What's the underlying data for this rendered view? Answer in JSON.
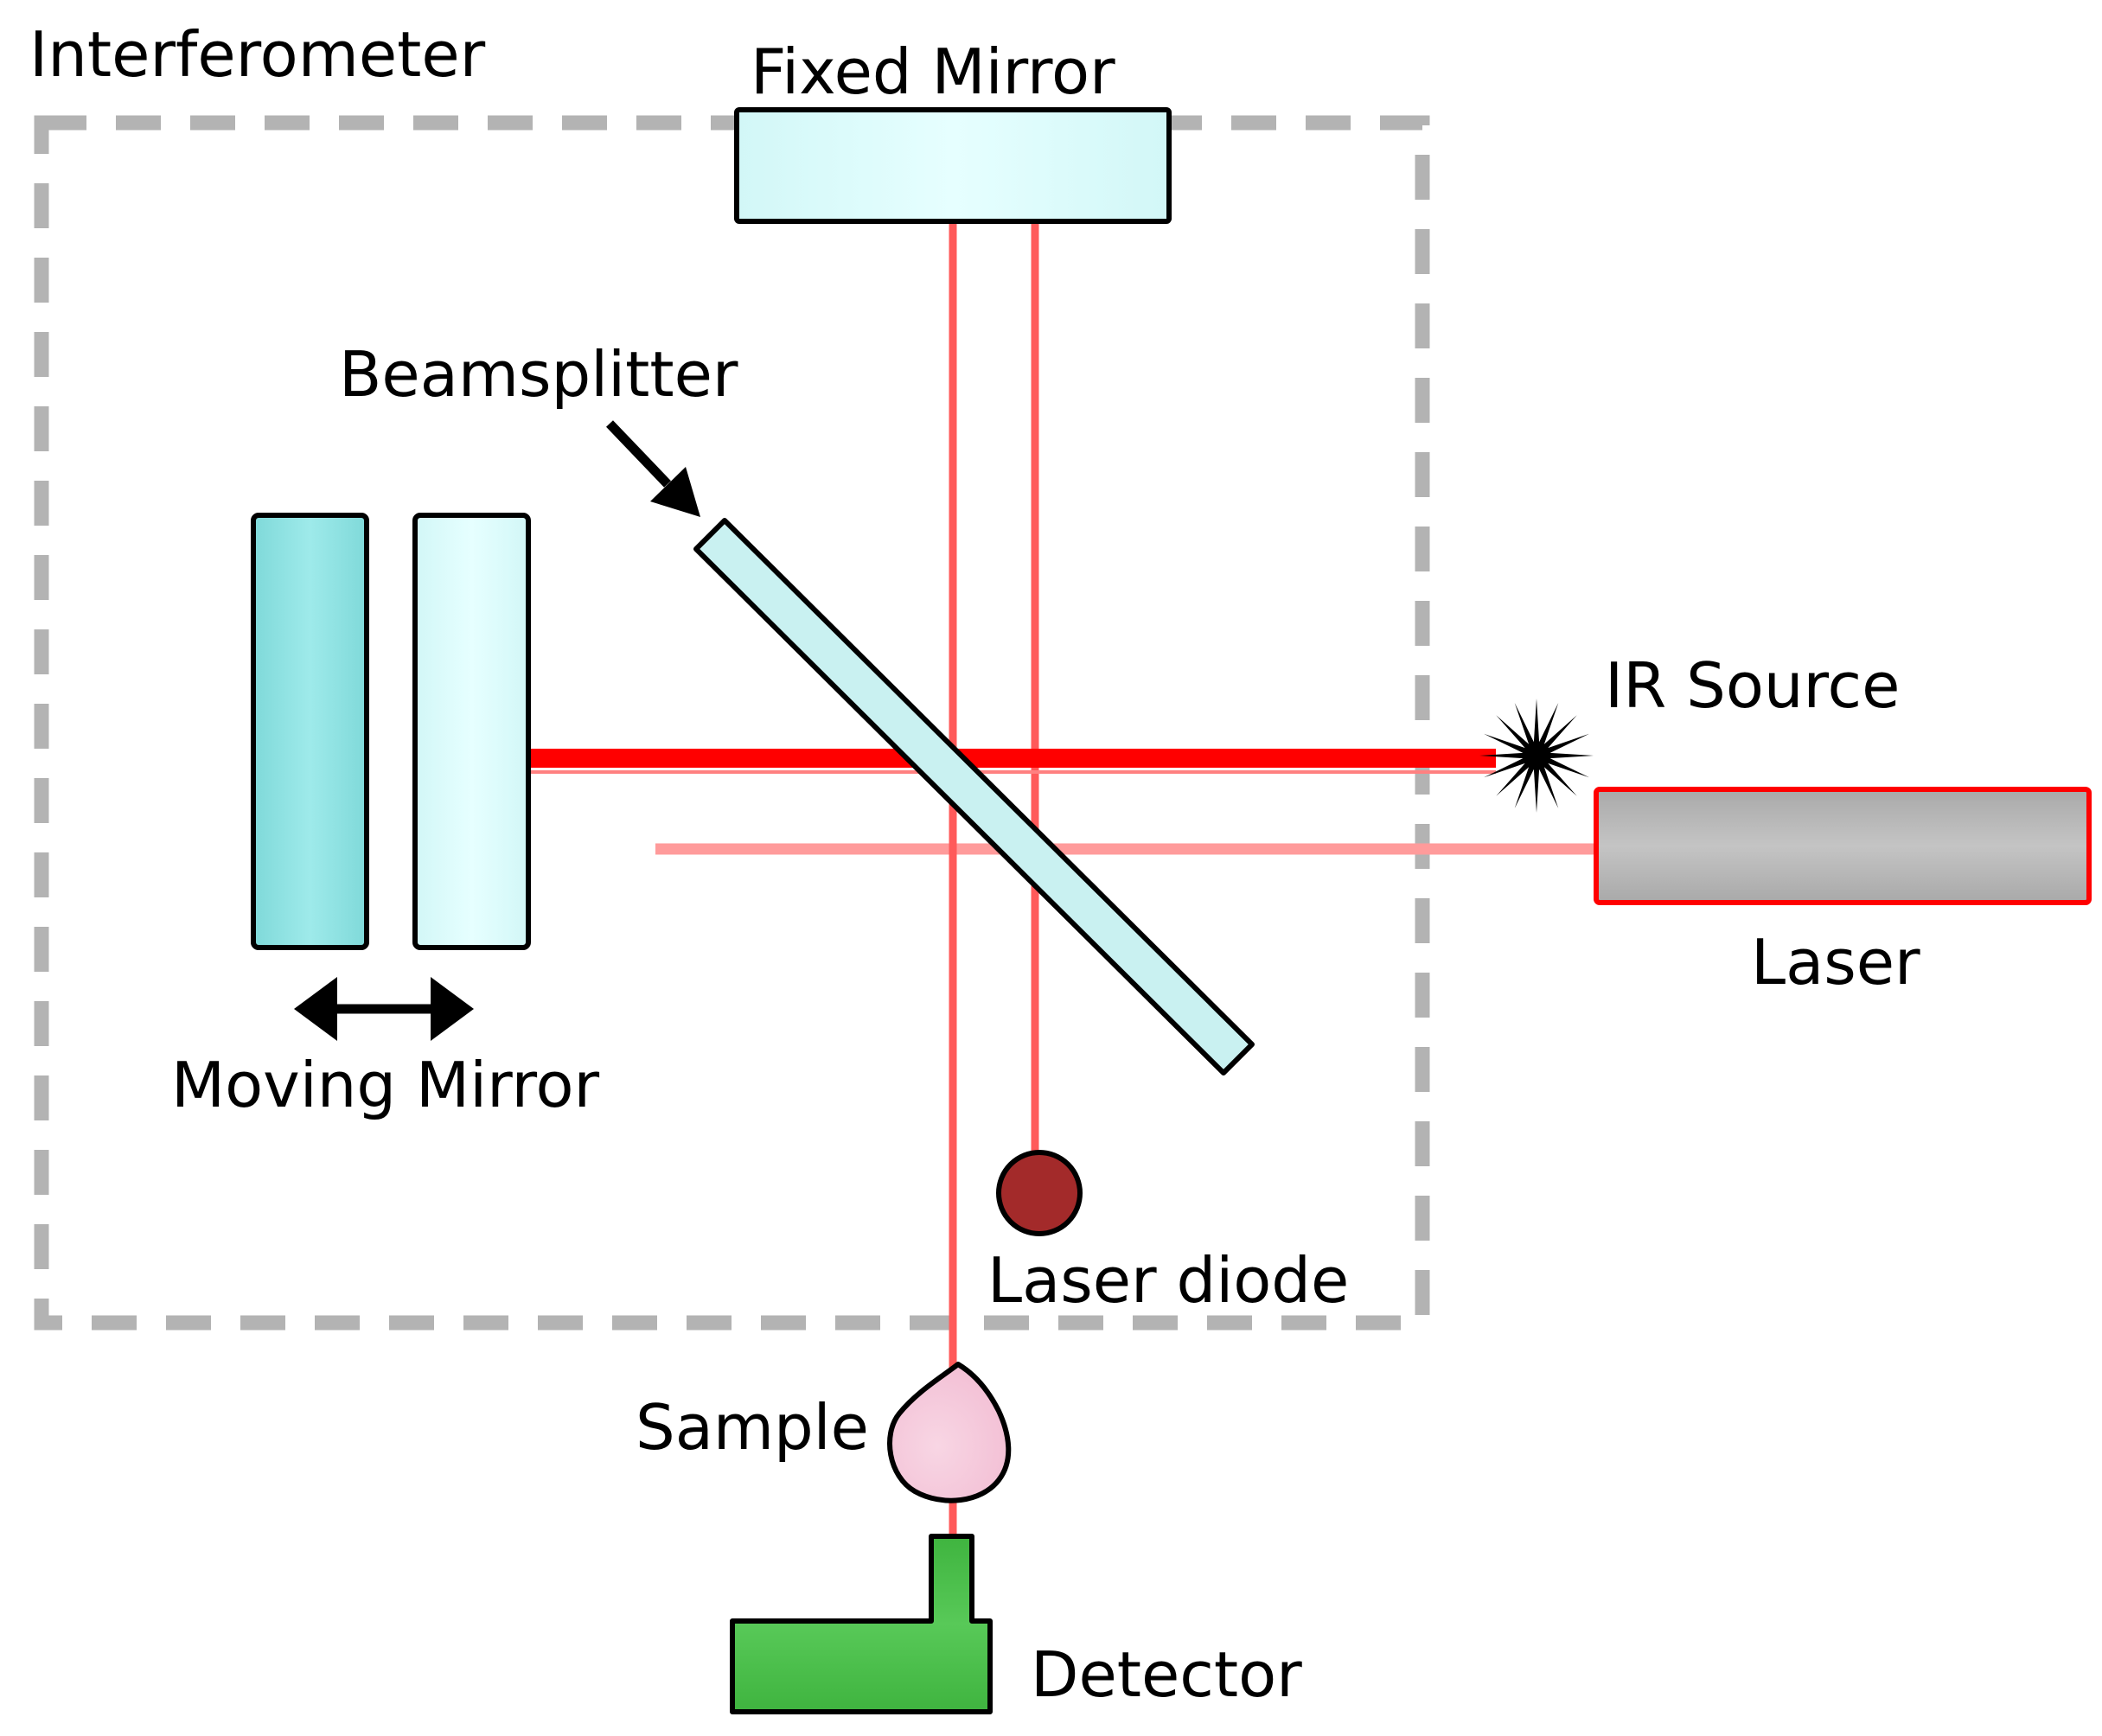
{
  "labels": {
    "interferometer": "Interferometer",
    "fixed_mirror": "Fixed Mirror",
    "beamsplitter": "Beamsplitter",
    "moving_mirror": "Moving Mirror",
    "ir_source": "IR Source",
    "laser": "Laser",
    "laser_diode": "Laser diode",
    "sample": "Sample",
    "detector": "Detector"
  },
  "colors": {
    "background": "#ffffff",
    "enclosure_dash": "#b3b3b3",
    "ir_beam": "#ff0000",
    "thin_beam": "#ff5a5a",
    "laser_beam": "#ff9b9b",
    "mirror_light": "#d9fbfb",
    "mirror_dark": "#8fe3e3",
    "beamsplitter": "#c9f1f1",
    "laser_body": "#b8b8b8",
    "laser_outline": "#ff0000",
    "laser_diode": "#a32a2a",
    "sample": "#f6c8dc",
    "detector": "#4ec24e",
    "outline": "#000000"
  },
  "icons": {
    "ir_source": "star-burst-icon",
    "moving_mirror_motion": "double-arrow-icon",
    "beamsplitter_pointer": "arrow-icon"
  }
}
